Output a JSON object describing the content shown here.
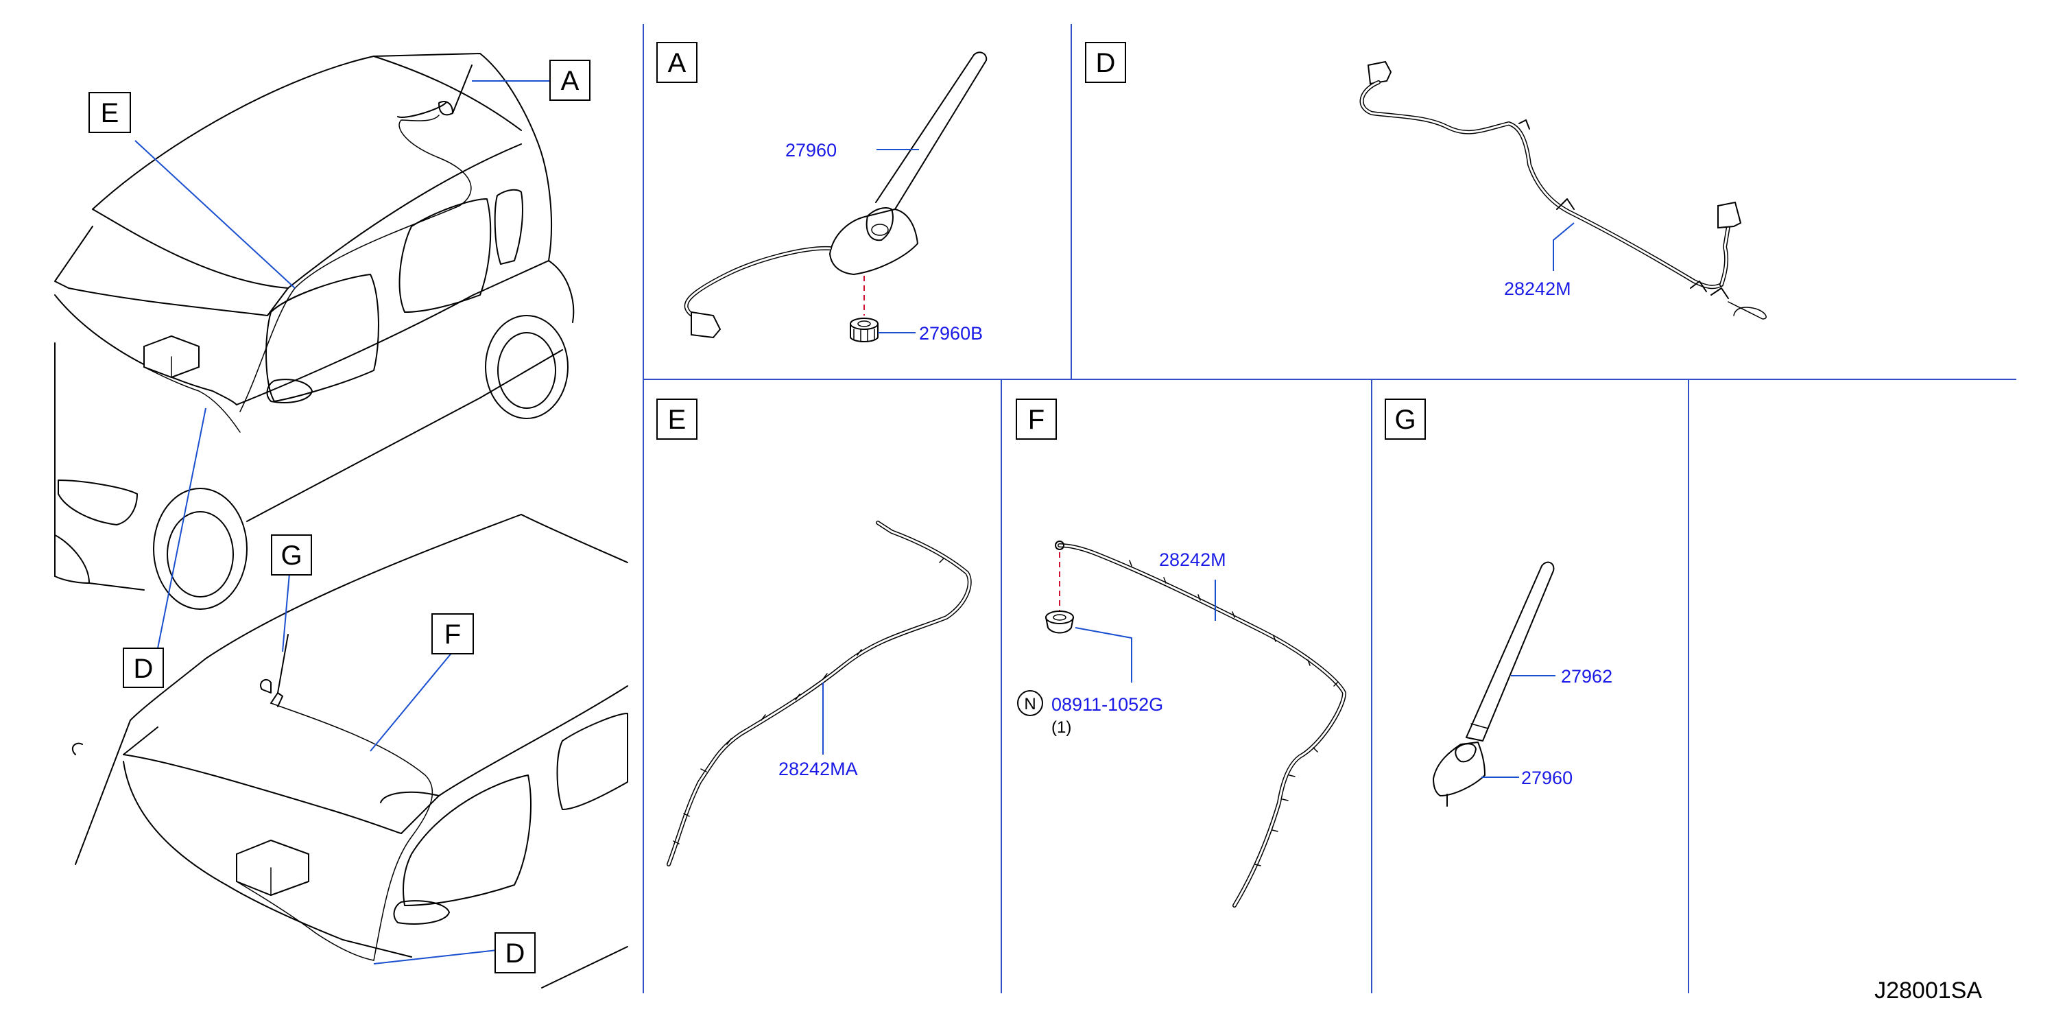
{
  "diagram_code": "J28001SA",
  "callouts": {
    "a": "A",
    "d_upper": "D",
    "d_lower": "D",
    "e": "E",
    "f": "F",
    "g": "G"
  },
  "panels": {
    "a": {
      "letter": "A",
      "parts": [
        "27960",
        "27960B"
      ]
    },
    "d": {
      "letter": "D",
      "parts": [
        "28242M"
      ]
    },
    "e": {
      "letter": "E",
      "parts": [
        "28242MA"
      ]
    },
    "f": {
      "letter": "F",
      "parts": [
        "28242M",
        "08911-1052G"
      ],
      "note_symbol": "N",
      "quantity": "(1)"
    },
    "g": {
      "letter": "G",
      "parts": [
        "27962",
        "27960"
      ]
    }
  },
  "colors": {
    "part_number": "#1a1ae6",
    "leader": "#1a4fd0",
    "alignment_dash": "#d01030"
  }
}
